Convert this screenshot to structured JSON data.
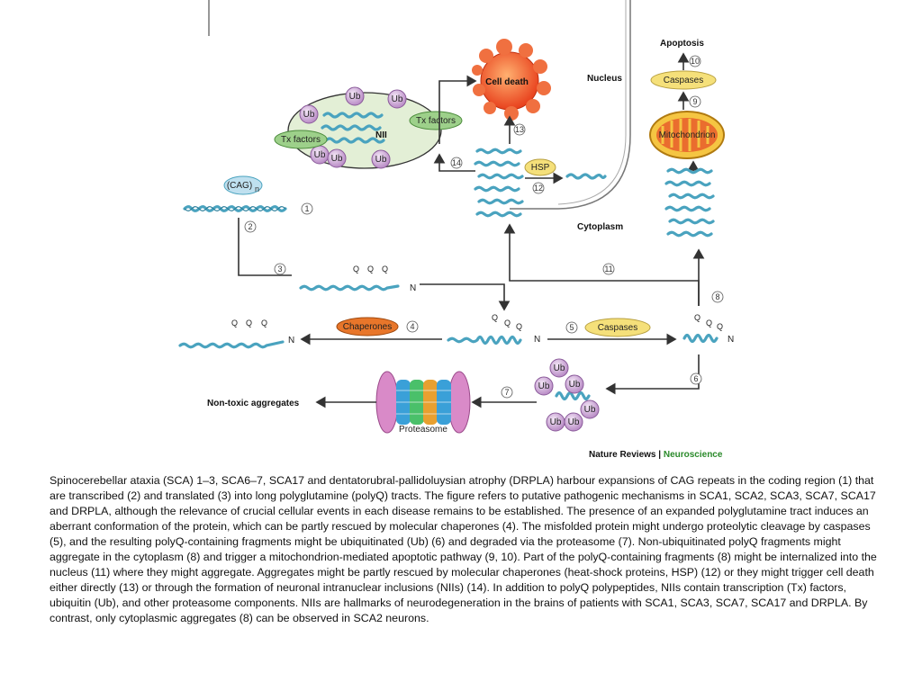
{
  "labels": {
    "nucleus": "Nucleus",
    "cytoplasm": "Cytoplasm",
    "apoptosis": "Apoptosis",
    "caspases": "Caspases",
    "mitochondrion": "Mitochondrion",
    "cell_death": "Cell death",
    "nii": "NII",
    "tx_factors": "Tx factors",
    "ub": "Ub",
    "cag": "(CAG)",
    "cag_sub": "n",
    "hsp": "HSP",
    "chaperones": "Chaperones",
    "proteasome": "Proteasome",
    "non_toxic": "Non-toxic aggregates",
    "n_term": "N",
    "q": "Q",
    "credit_a": "Nature Reviews",
    "credit_sep": " | ",
    "credit_b": "Neuroscience"
  },
  "steps": [
    "1",
    "2",
    "3",
    "4",
    "5",
    "6",
    "7",
    "8",
    "9",
    "10",
    "11",
    "12",
    "13",
    "14"
  ],
  "colors": {
    "helix": "#4aa3bf",
    "ub": "#c9a9d4",
    "tx": "#9dd08a",
    "caspase": "#f5e07a",
    "chaperone": "#e8762a",
    "cell_death": "#e8401c",
    "credit_green": "#2a8a2a"
  },
  "caption": "Spinocerebellar ataxia (SCA) 1–3, SCA6–7, SCA17 and dentatorubral-pallidoluysian atrophy (DRPLA) harbour expansions of CAG repeats in the coding region (1) that are transcribed (2) and translated (3) into long polyglutamine (polyQ) tracts. The figure refers to putative pathogenic mechanisms in SCA1, SCA2, SCA3, SCA7, SCA17 and DRPLA, although the relevance of crucial cellular events in each disease remains to be established.  The presence of an expanded polyglutamine tract induces an aberrant conformation of the protein, which can be partly rescued by molecular chaperones (4). The misfolded protein might undergo proteolytic cleavage by caspases (5), and the resulting polyQ-containing fragments might be ubiquitinated (Ub) (6) and degraded via the proteasome (7). Non-ubiquitinated polyQ fragments might aggregate in the cytoplasm (8) and trigger a mitochondrion-mediated apoptotic pathway (9, 10). Part of the polyQ-containing fragments (8) might be internalized into the nucleus (11) where they might aggregate. Aggregates might be partly rescued by molecular chaperones (heat-shock proteins, HSP) (12) or they might trigger cell death either directly (13) or through the formation of neuronal intranuclear inclusions (NIIs) (14). In addition to polyQ polypeptides, NIIs contain transcription (Tx) factors, ubiquitin (Ub), and other proteasome components. NIIs are hallmarks of neurodegeneration in the brains of patients with SCA1, SCA3, SCA7, SCA17 and DRPLA. By contrast, only cytoplasmic aggregates (8) can be observed in SCA2 neurons."
}
